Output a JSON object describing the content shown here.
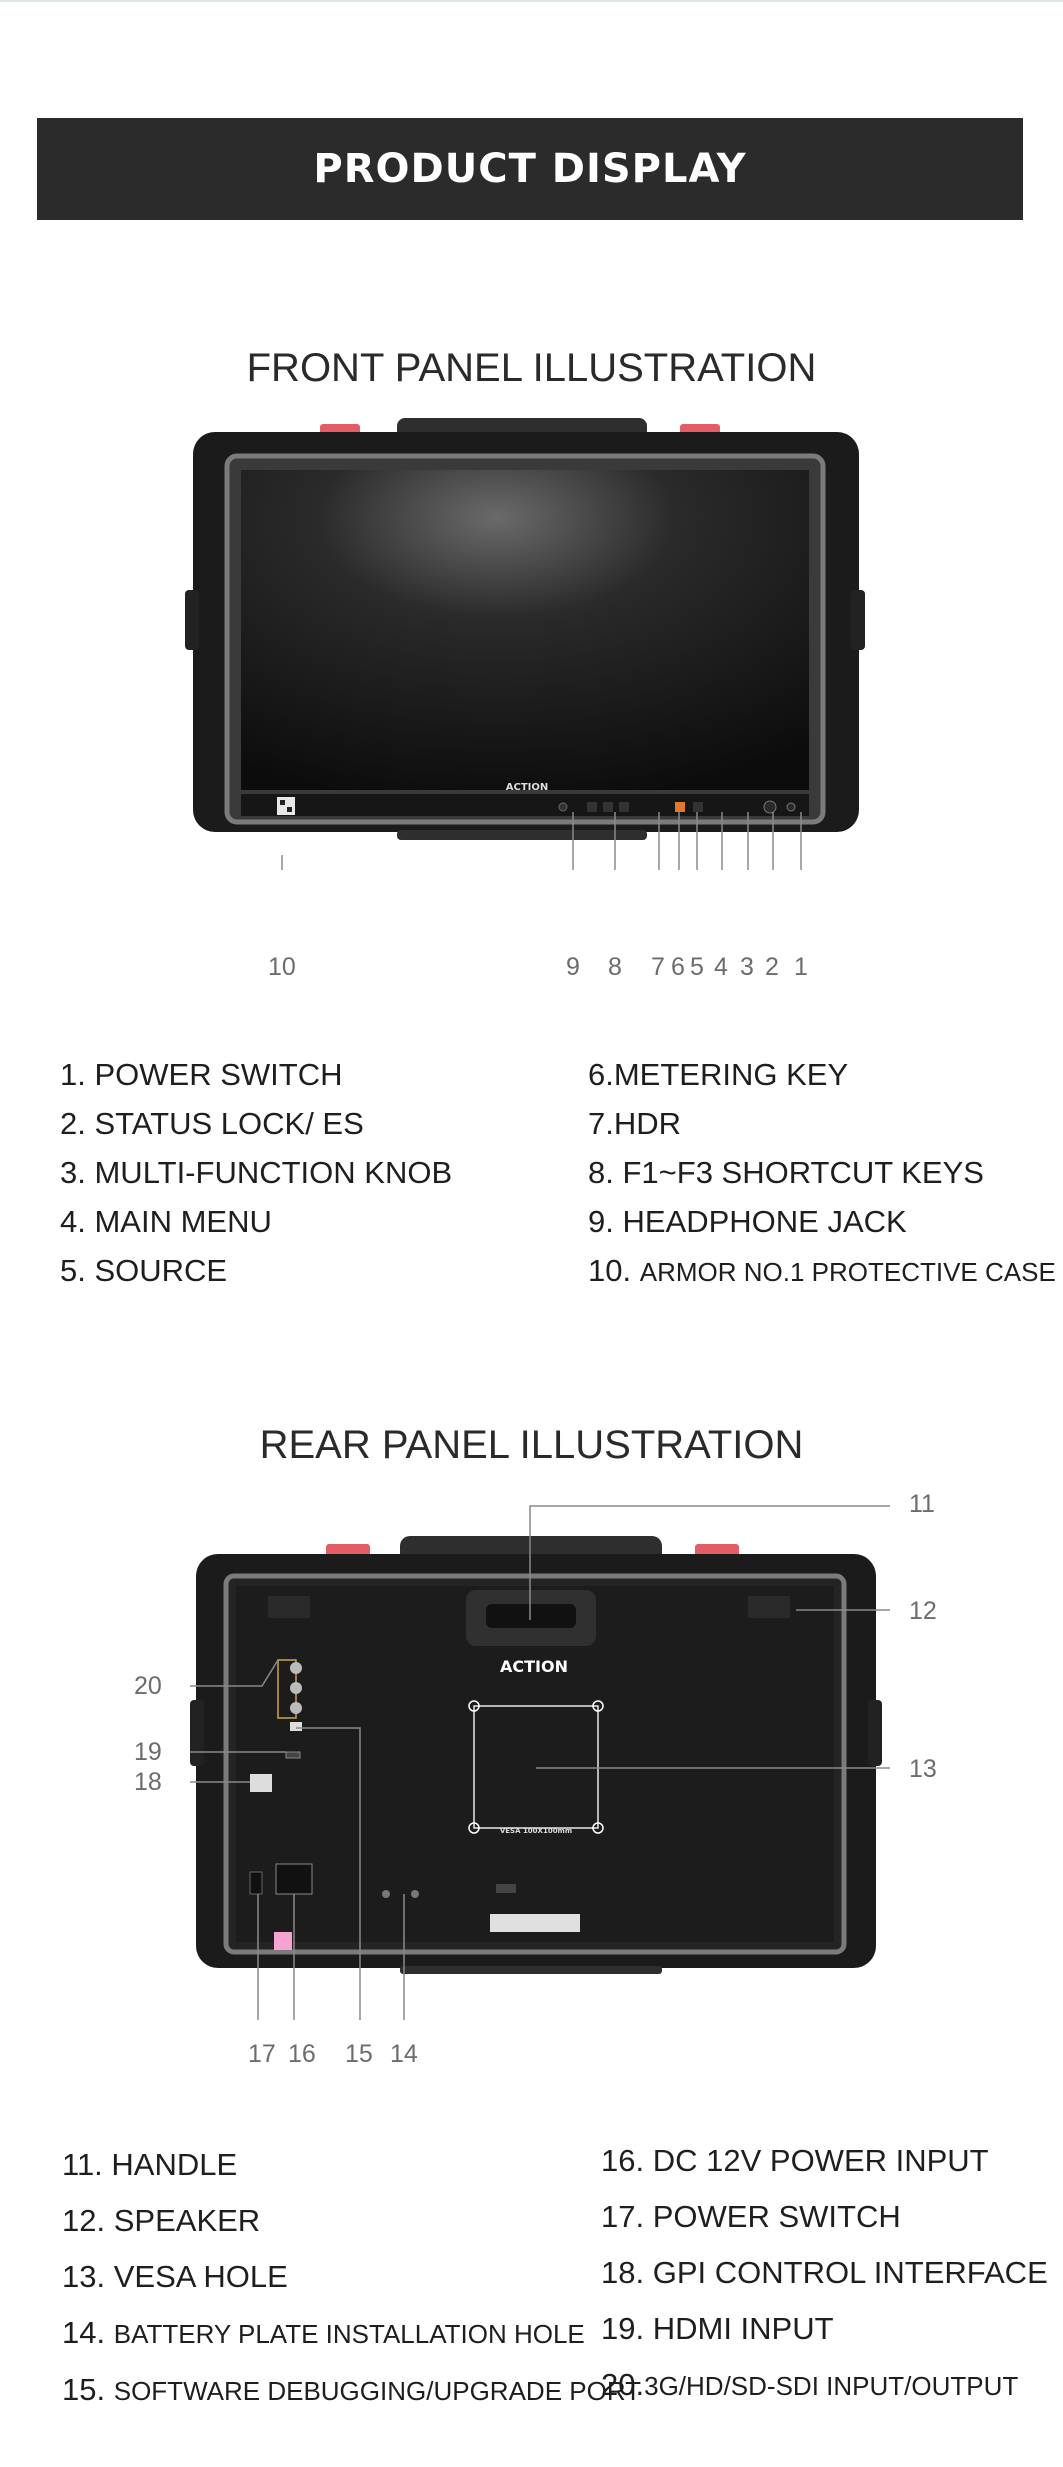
{
  "banner": {
    "title": "PRODUCT DISPLAY"
  },
  "front": {
    "title": "FRONT PANEL ILLUSTRATION",
    "brand": "ACTION",
    "callouts": [
      "10",
      "9",
      "8",
      "7",
      "6",
      "5",
      "4",
      "3",
      "2",
      "1"
    ],
    "legend_left": [
      {
        "num": "1.",
        "label": "POWER SWITCH"
      },
      {
        "num": "2.",
        "label": "STATUS LOCK/ ES"
      },
      {
        "num": "3.",
        "label": "MULTI-FUNCTION KNOB"
      },
      {
        "num": "4.",
        "label": "MAIN MENU"
      },
      {
        "num": "5.",
        "label": "SOURCE"
      }
    ],
    "legend_right": [
      {
        "num": "6.",
        "label": "METERING KEY"
      },
      {
        "num": "7.",
        "label": "HDR"
      },
      {
        "num": "8.",
        "label": "F1~F3 SHORTCUT KEYS"
      },
      {
        "num": "9.",
        "label": "HEADPHONE JACK"
      },
      {
        "num": "10.",
        "label": "ARMOR NO.1 PROTECTIVE CASE"
      }
    ]
  },
  "rear": {
    "title": "REAR PANEL ILLUSTRATION",
    "brand": "ACTION",
    "vesa_text": "VESA 100X100mm",
    "callouts": [
      "11",
      "12",
      "13",
      "20",
      "19",
      "18",
      "17",
      "16",
      "15",
      "14"
    ],
    "legend_left": [
      {
        "num": "11.",
        "label": "HANDLE"
      },
      {
        "num": "12.",
        "label": "SPEAKER"
      },
      {
        "num": "13.",
        "label": "VESA HOLE"
      },
      {
        "num": "14.",
        "label": "BATTERY PLATE INSTALLATION HOLE"
      },
      {
        "num": "15.",
        "label": "SOFTWARE DEBUGGING/UPGRADE PORT"
      }
    ],
    "legend_right": [
      {
        "num": "16.",
        "label": "DC 12V POWER INPUT"
      },
      {
        "num": "17.",
        "label": "POWER SWITCH"
      },
      {
        "num": "18.",
        "label": "GPI CONTROL INTERFACE"
      },
      {
        "num": "19.",
        "label": "HDMI INPUT"
      },
      {
        "num": "20.",
        "label": "3G/HD/SD-SDI INPUT/OUTPUT"
      }
    ]
  }
}
